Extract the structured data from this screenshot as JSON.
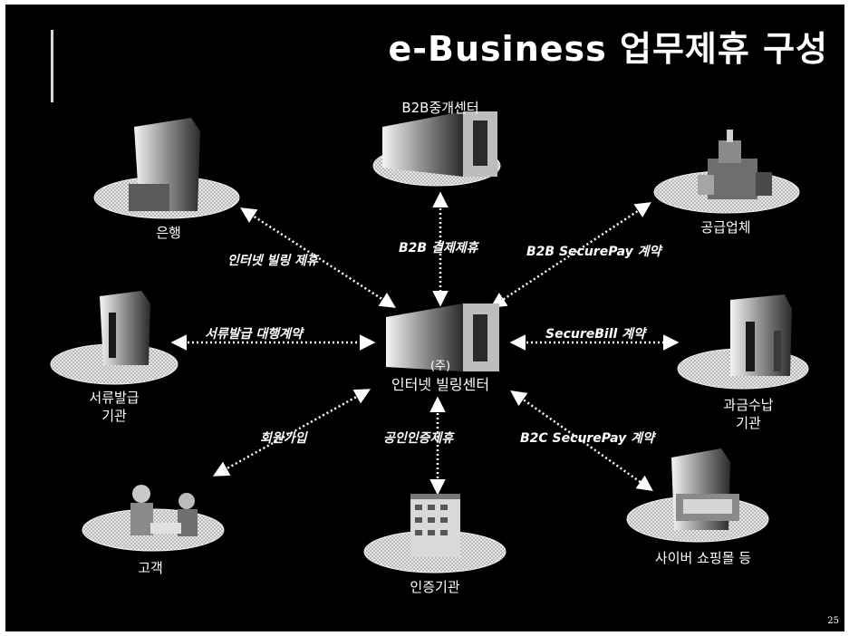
{
  "title": "e-Business 업무제휴 구성",
  "page_number": "25",
  "center_node": {
    "label_top": "(주)",
    "label": "인터넷 빌링센터"
  },
  "nodes": {
    "b2b_center": "B2B중개센터",
    "bank": "은행",
    "supplier": "공급업체",
    "doc_issuer": "서류발급\n기관",
    "billing_agency": "과금수납\n기관",
    "customer": "고객",
    "cert_authority": "인증기관",
    "cyber_mall": "사이버 쇼핑몰 등"
  },
  "edges": {
    "bank": "인터넷 빌링 제휴",
    "b2b": "B2B 결제제휴",
    "supplier": "B2B SecurePay 계약",
    "doc": "서류발급 대행계약",
    "billing": "SecureBill 계약",
    "customer": "회원가입",
    "cert": "공인인증제휴",
    "mall": "B2C SecurePay 계약"
  },
  "colors": {
    "background": "#000000",
    "text": "#ffffff",
    "platform": "#cfcfcf"
  }
}
